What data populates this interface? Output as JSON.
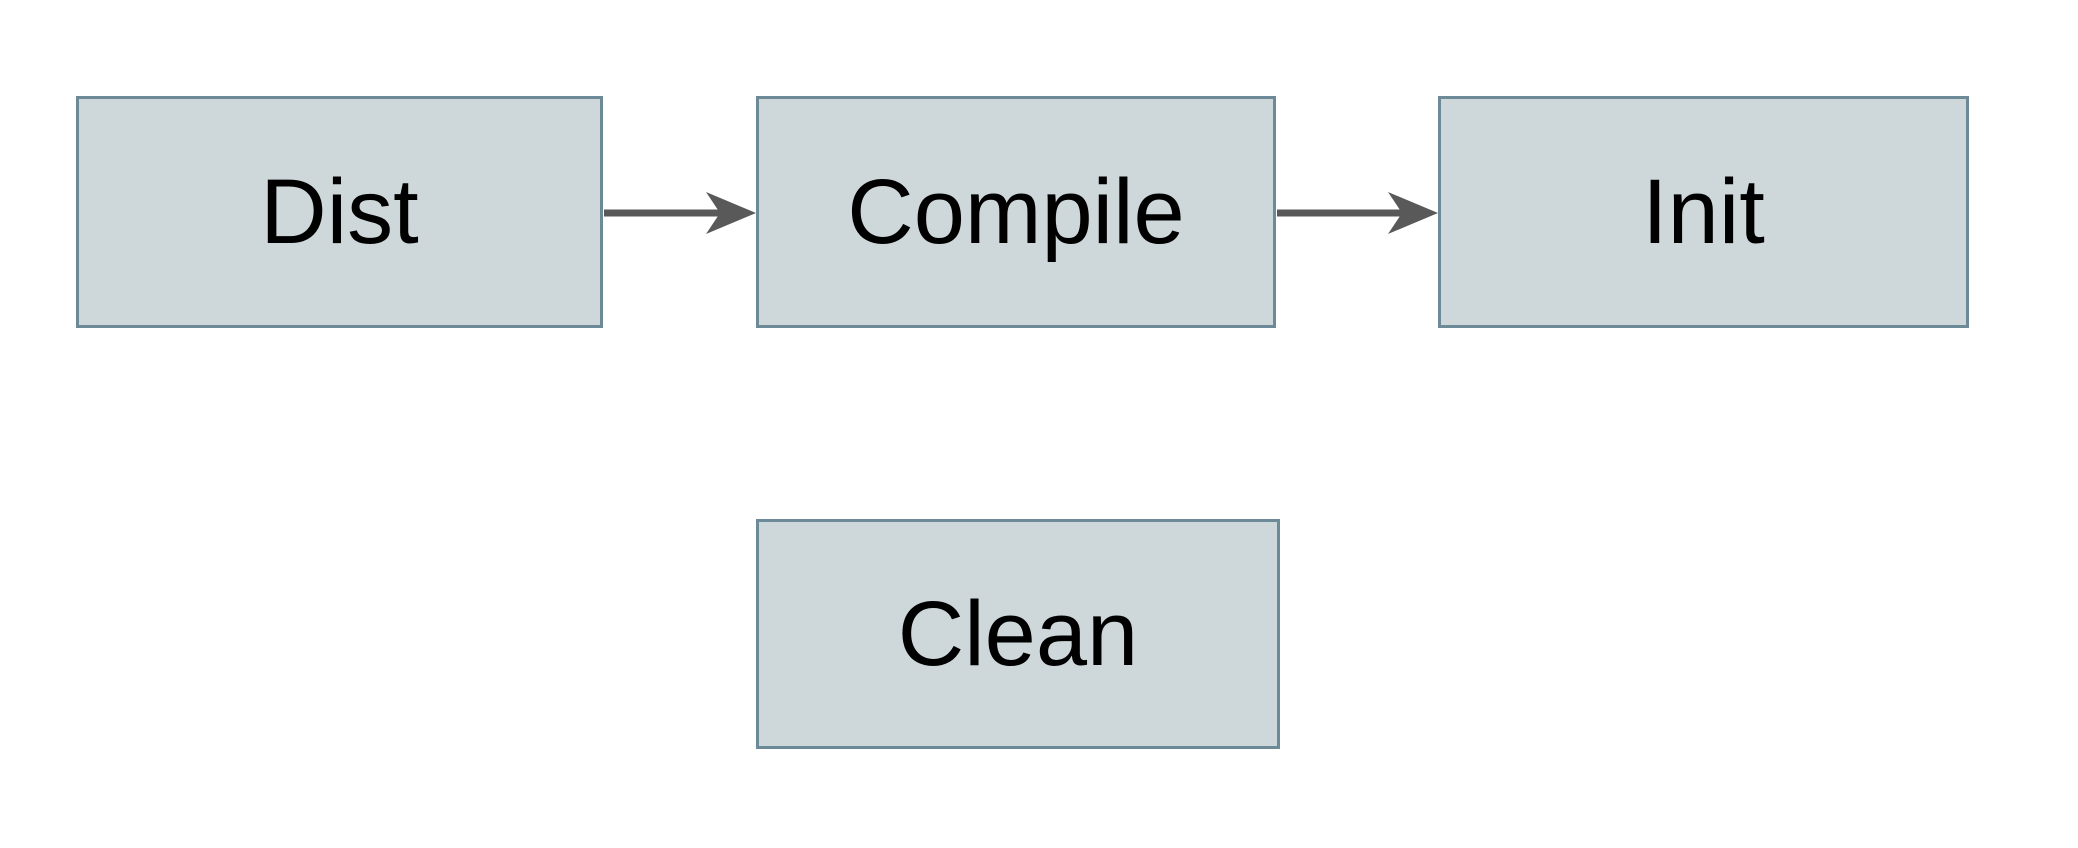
{
  "diagram": {
    "colors": {
      "canvas_bg": "#ffffff",
      "node_fill": "#ced7d9",
      "node_border": "#6d8a99",
      "arrow_color": "#595959",
      "text_color": "#000000"
    },
    "nodes": [
      {
        "id": "dist",
        "label": "Dist"
      },
      {
        "id": "compile",
        "label": "Compile"
      },
      {
        "id": "init",
        "label": "Init"
      },
      {
        "id": "clean",
        "label": "Clean"
      }
    ],
    "edges": [
      {
        "from": "dist",
        "to": "compile"
      },
      {
        "from": "compile",
        "to": "init"
      }
    ]
  }
}
